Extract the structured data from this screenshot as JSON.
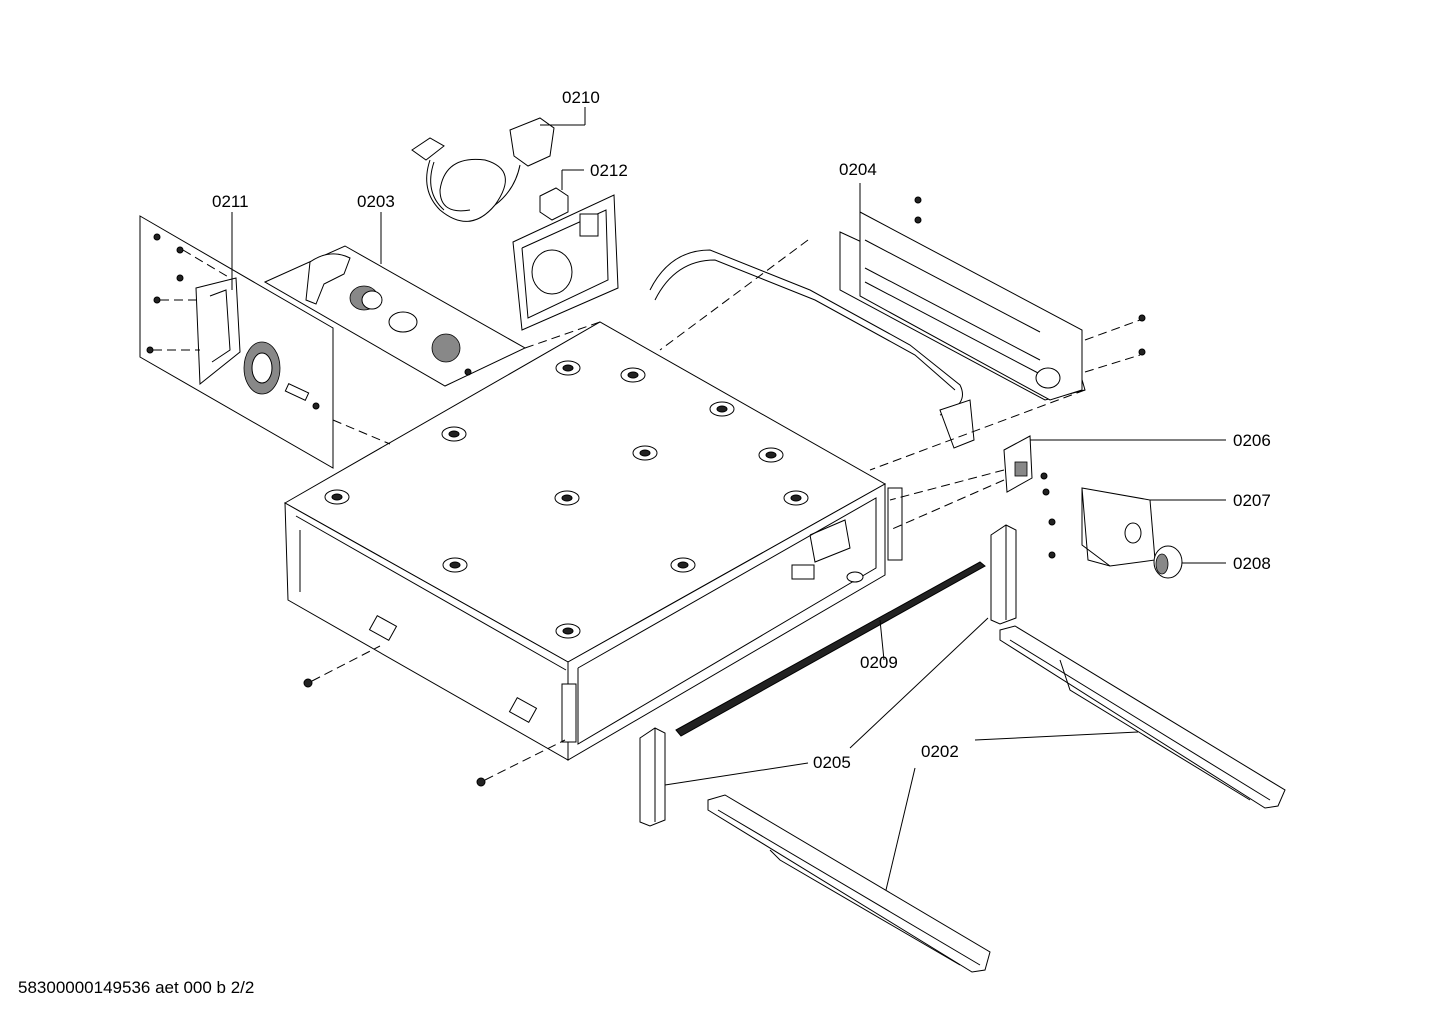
{
  "labels": {
    "p0210": "0210",
    "p0212": "0212",
    "p0204": "0204",
    "p0211": "0211",
    "p0203": "0203",
    "p0206": "0206",
    "p0207": "0207",
    "p0208": "0208",
    "p0209": "0209",
    "p0205": "0205",
    "p0202": "0202"
  },
  "footer": "58300000149536 aet 000 b 2/2"
}
